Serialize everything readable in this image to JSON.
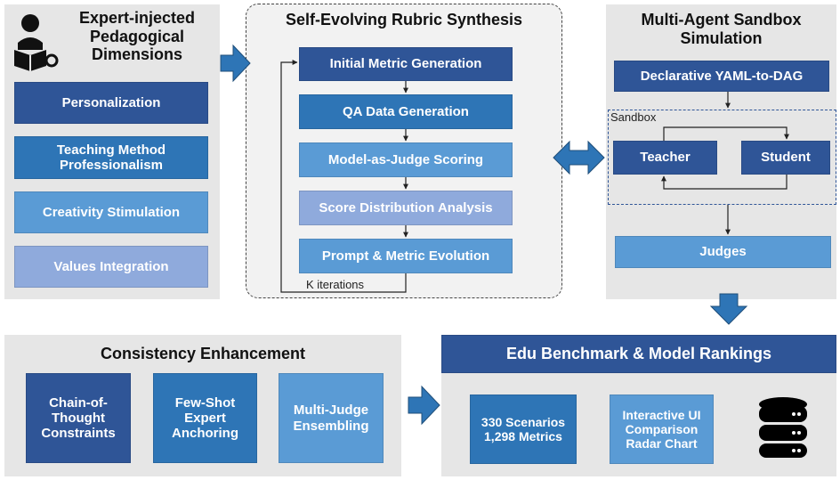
{
  "pedagogy": {
    "title": "Expert-injected Pedagogical Dimensions",
    "title_lines": [
      "Expert-injected",
      "Pedagogical",
      "Dimensions"
    ],
    "items": [
      "Personalization",
      "Teaching Method Professionalism",
      "Creativity Stimulation",
      "Values Integration"
    ]
  },
  "rubric": {
    "title": "Self-Evolving Rubric Synthesis",
    "steps": [
      "Initial Metric Generation",
      "QA Data Generation",
      "Model-as-Judge Scoring",
      "Score Distribution Analysis",
      "Prompt & Metric Evolution"
    ],
    "loop_label": "K iterations"
  },
  "sandbox": {
    "title": "Multi-Agent Sandbox Simulation",
    "title_lines": [
      "Multi-Agent Sandbox",
      "Simulation"
    ],
    "dag_label": "Declarative YAML-to-DAG",
    "sandbox_label": "Sandbox",
    "teacher": "Teacher",
    "student": "Student",
    "judges": "Judges"
  },
  "consistency": {
    "title": "Consistency Enhancement",
    "items": [
      {
        "lines": [
          "Chain-of-",
          "Thought",
          "Constraints"
        ]
      },
      {
        "lines": [
          "Few-Shot",
          "Expert",
          "Anchoring"
        ]
      },
      {
        "lines": [
          "Multi-Judge",
          "Ensembling"
        ]
      }
    ]
  },
  "benchmark": {
    "title": "Edu Benchmark & Model Rankings",
    "stats_lines": [
      "330 Scenarios",
      "1,298 Metrics"
    ],
    "ui_lines": [
      "Interactive UI",
      "Comparison",
      "Radar Chart"
    ],
    "icon": "database-icon"
  },
  "colors": {
    "dark_blue": "#2f5597",
    "mid_blue": "#2e75b6",
    "light_blue": "#5a9bd5",
    "pale_blue": "#8faadc",
    "arrow_blue": "#2e75b6"
  }
}
